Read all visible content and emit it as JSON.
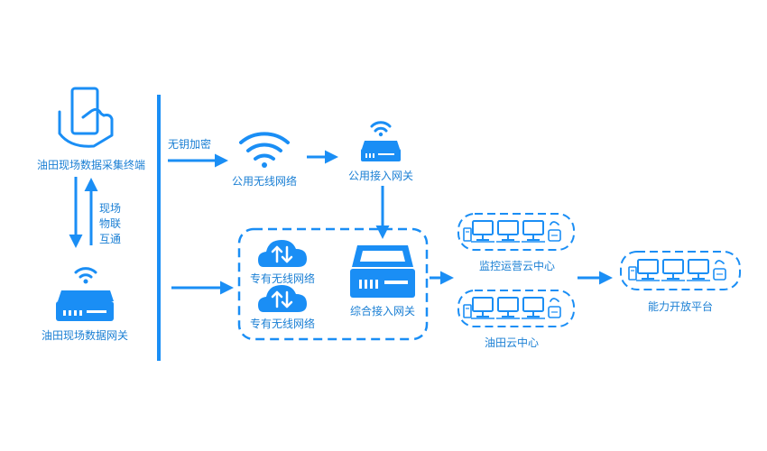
{
  "accent_color": "#1a8ef5",
  "text_color": "#1a7fd4",
  "labels": {
    "terminal": "油田现场数据采集终端",
    "iot_line1": "现场",
    "iot_line2": "物联",
    "iot_line3": "互通",
    "field_gateway": "油田现场数据网关",
    "keyless": "无钥加密",
    "public_wifi": "公用无线网络",
    "public_gateway": "公用接入网关",
    "private_net_1": "专有无线网络",
    "private_net_2": "专有无线网络",
    "integrated_gateway": "综合接入网关",
    "monitor_center": "监控运营云中心",
    "oilfield_cloud": "油田云中心",
    "open_platform": "能力开放平台"
  },
  "icons": [
    "phone-hand-icon",
    "router-wifi-icon",
    "wifi-icon",
    "cloud-icon",
    "server-icon",
    "workstations-icon",
    "arrow-icon"
  ]
}
